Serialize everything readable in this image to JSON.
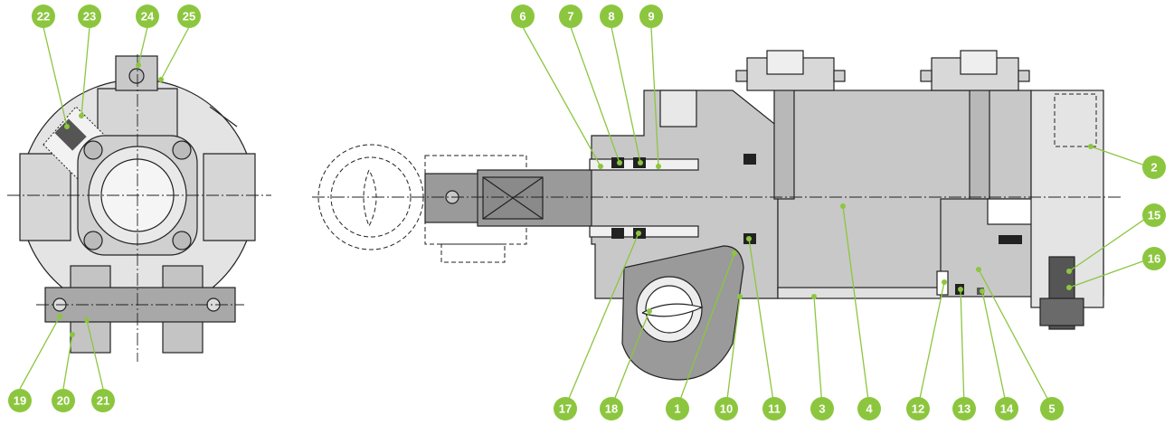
{
  "balloons": [
    "1",
    "2",
    "3",
    "4",
    "5",
    "6",
    "7",
    "8",
    "9",
    "10",
    "11",
    "12",
    "13",
    "14",
    "15",
    "16",
    "17",
    "18",
    "19",
    "20",
    "21",
    "22",
    "23",
    "24",
    "25"
  ],
  "colors": {
    "accent": "#8cc63f",
    "body_gray": "#c8c8c8",
    "light_gray": "#e6e6e6",
    "shaft_gray": "#9a9a9a",
    "dark_gray": "#8a8a8a",
    "line": "#222222"
  }
}
